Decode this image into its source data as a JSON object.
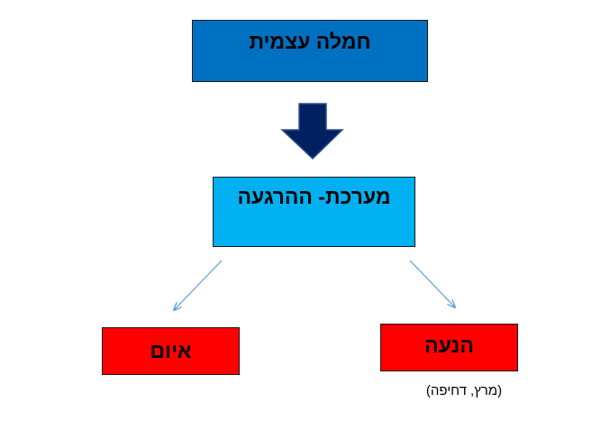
{
  "diagram": {
    "top_box": {
      "label": "חמלה עצמית",
      "color": "#0070c0"
    },
    "middle_box": {
      "label": "מערכת- ההרגעה",
      "color": "#00b0f0"
    },
    "left_box": {
      "label": "איום",
      "color": "#ff0000"
    },
    "right_box": {
      "label": "הנעה",
      "color": "#ff0000",
      "caption": "(מרץ, דחיפה)"
    },
    "down_arrow_color": "#002060",
    "connector_color": "#5b9bd5"
  }
}
